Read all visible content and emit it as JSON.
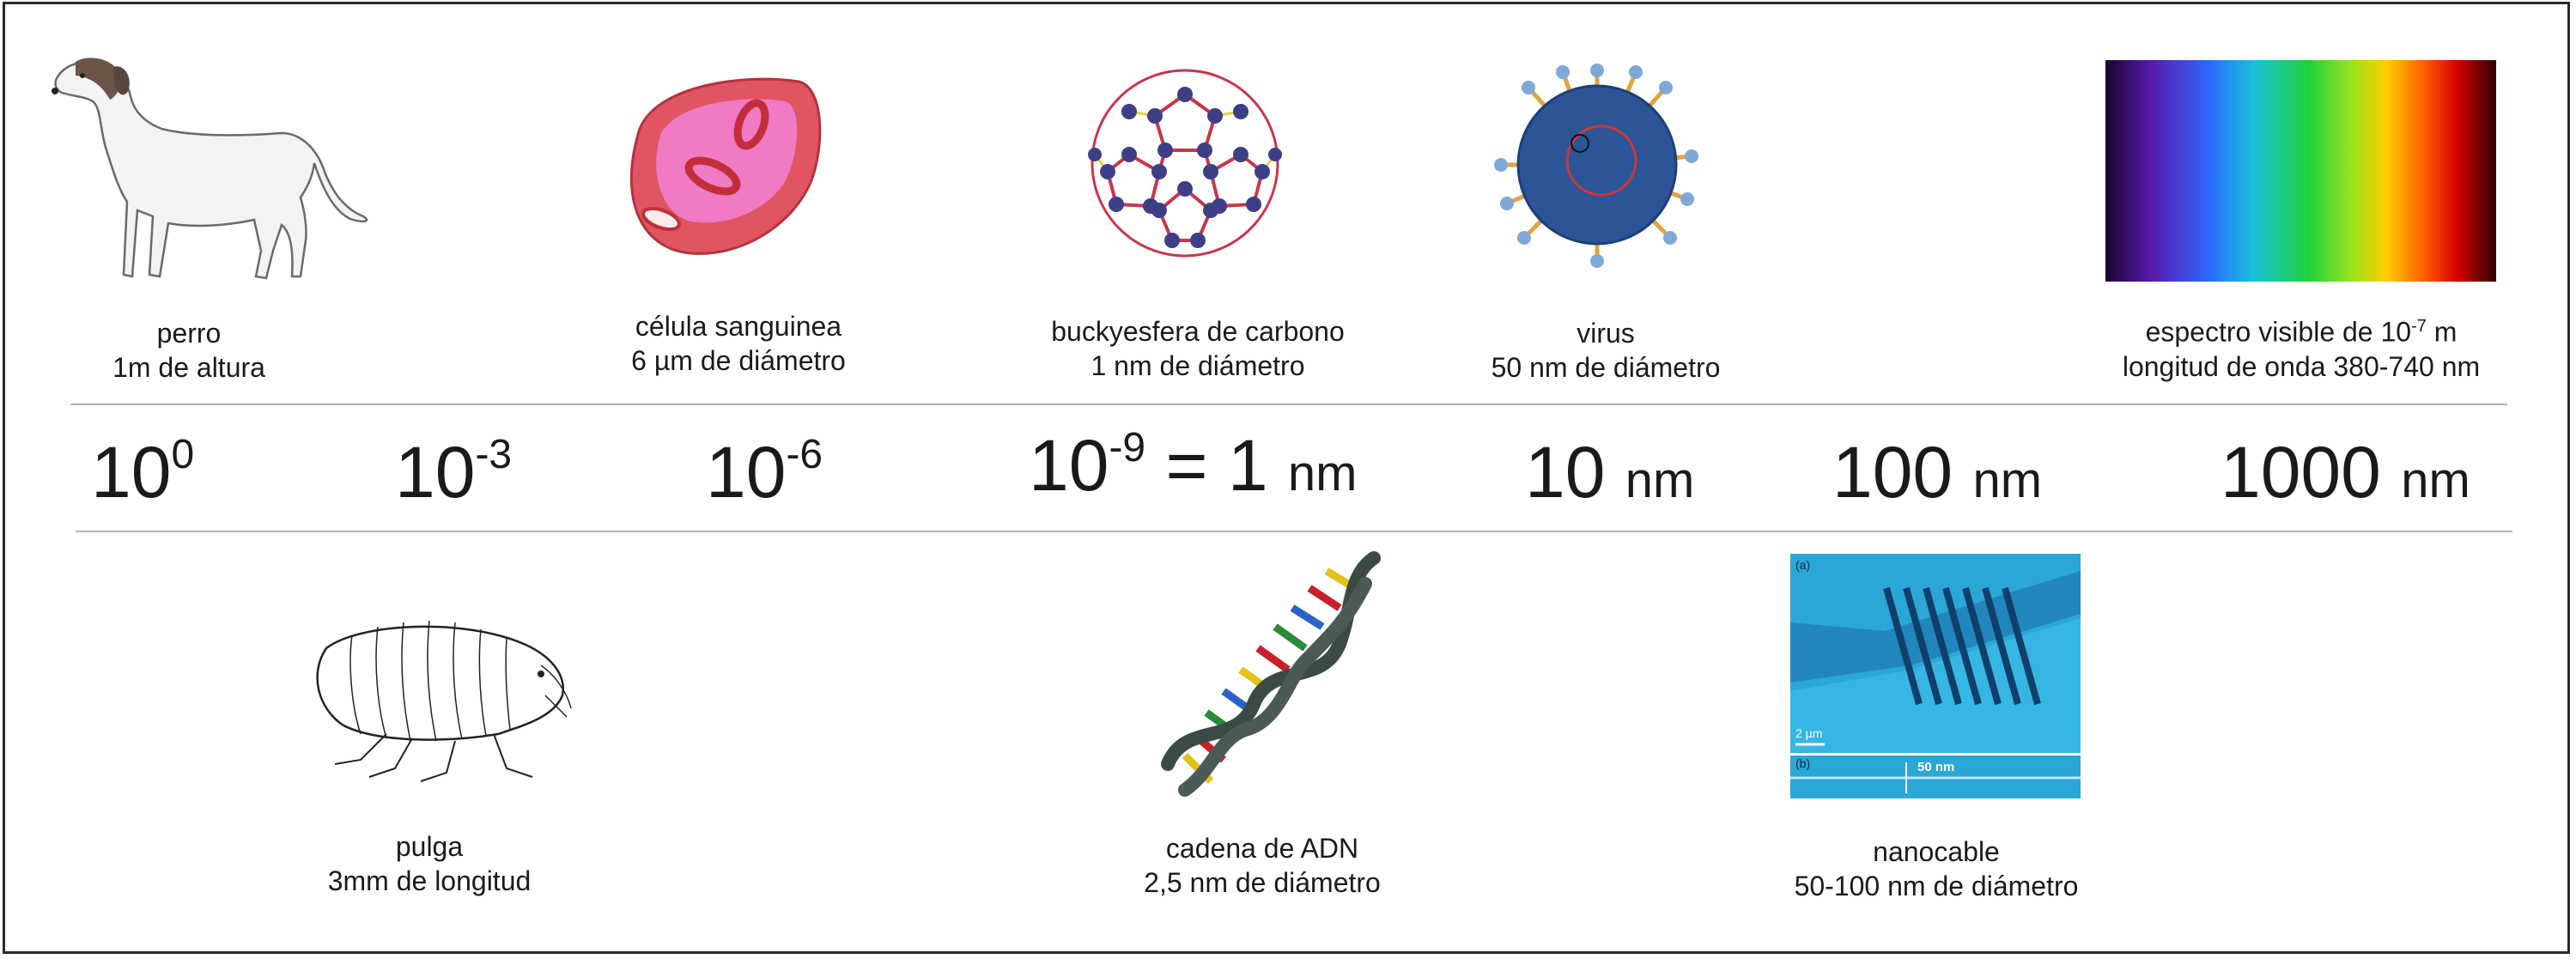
{
  "captions": {
    "perro": {
      "line1": "perro",
      "line2": "1m de altura"
    },
    "celula": {
      "line1": "célula sanguinea",
      "line2": "6 µm de diámetro"
    },
    "bucky": {
      "line1": "buckyesfera de carbono",
      "line2": "1 nm de diámetro"
    },
    "virus": {
      "line1": "virus",
      "line2": "50 nm de diámetro"
    },
    "espectro": {
      "line1_pre": "espectro visible de 10",
      "line1_exp": "-7",
      "line1_post": " m",
      "line2": "longitud de onda 380-740 nm"
    },
    "pulga": {
      "line1": "pulga",
      "line2": "3mm de longitud"
    },
    "adn": {
      "line1": "cadena de ADN",
      "line2": "2,5 nm de diámetro"
    },
    "nanocable": {
      "line1": "nanocable",
      "line2": "50-100 nm de diámetro"
    }
  },
  "scale": {
    "s0": {
      "base": "10",
      "exp": "0"
    },
    "s1": {
      "base": "10",
      "exp": "-3"
    },
    "s2": {
      "base": "10",
      "exp": "-6"
    },
    "s3": {
      "base": "10",
      "exp": "-9",
      "rest": " = 1 ",
      "unit": "nm"
    },
    "s4": {
      "value": "10 ",
      "unit": "nm"
    },
    "s5": {
      "value": "100 ",
      "unit": "nm"
    },
    "s6": {
      "value": "1000 ",
      "unit": "nm"
    }
  },
  "micrograph": {
    "label_a": "(a)",
    "label_b": "(b)",
    "scalebar": "2 µm",
    "wire": "50 nm"
  },
  "colors": {
    "virus": "#2b5597",
    "cell": "#e05561",
    "dna_backbone": "#3a4a45",
    "nano_bg": "#2aa7d6"
  }
}
